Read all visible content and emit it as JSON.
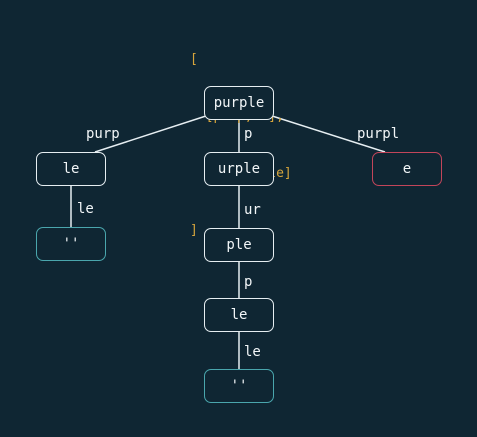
{
  "result_text": {
    "open": "[",
    "lines": [
      "  [purp,le],",
      "  [p,ur,p,le]"
    ],
    "close": "]"
  },
  "nodes": {
    "root": "purple",
    "le_left": "le",
    "empty_left": "''",
    "urple": "urple",
    "e_right": "e",
    "ple": "ple",
    "le_mid": "le",
    "empty_mid": "''"
  },
  "edges": {
    "root_to_le_left": "purp",
    "root_to_urple": "p",
    "root_to_e_right": "purpl",
    "le_left_to_empty": "le",
    "urple_to_ple": "ur",
    "ple_to_le": "p",
    "le_to_empty": "le"
  },
  "colors": {
    "background": "#0f2633",
    "node_border": "#e6eef2",
    "empty_border": "#4aa6ad",
    "fail_border": "#c2455a",
    "result_text": "#d6a53c"
  }
}
